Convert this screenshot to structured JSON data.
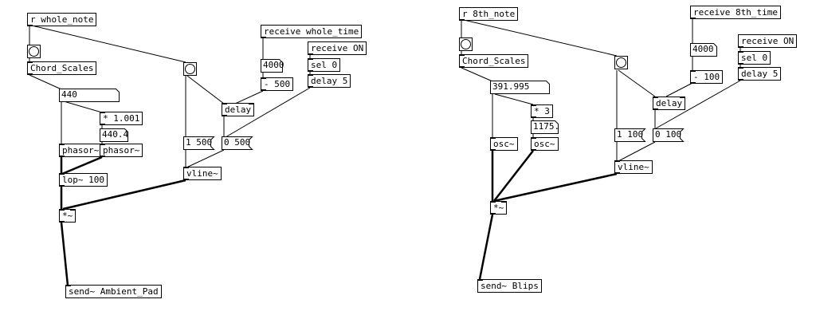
{
  "left_patch": {
    "receive_note": "r whole_note",
    "chord_scales": "Chord_Scales",
    "freq_number": "440",
    "mult": "* 1.001",
    "detuned_number": "440.4",
    "phasor_a": "phasor~",
    "phasor_b": "phasor~",
    "lowpass": "lop~ 100",
    "multiply_sig": "*~",
    "send": "send~ Ambient_Pad",
    "receive_time": "receive whole_time",
    "time_number": "4000",
    "subtract": "- 500",
    "delay": "delay",
    "receive_on": "receive ON",
    "sel": "sel 0",
    "delay5": "delay 5",
    "msg_attack": "1 500",
    "msg_release": "0 500",
    "vline": "vline~"
  },
  "right_patch": {
    "receive_note": "r 8th_note",
    "chord_scales": "Chord_Scales",
    "freq_number": "391.995",
    "mult": "* 3",
    "mult_number": "1175.",
    "osc_a": "osc~",
    "osc_b": "osc~",
    "multiply_sig": "*~",
    "send": "send~ Blips",
    "receive_time": "receive 8th_time",
    "time_number": "4000",
    "subtract": "- 100",
    "delay": "delay",
    "receive_on": "receive ON",
    "sel": "sel 0",
    "delay5": "delay 5",
    "msg_attack": "1 100",
    "msg_release": "0 100",
    "vline": "vline~"
  }
}
